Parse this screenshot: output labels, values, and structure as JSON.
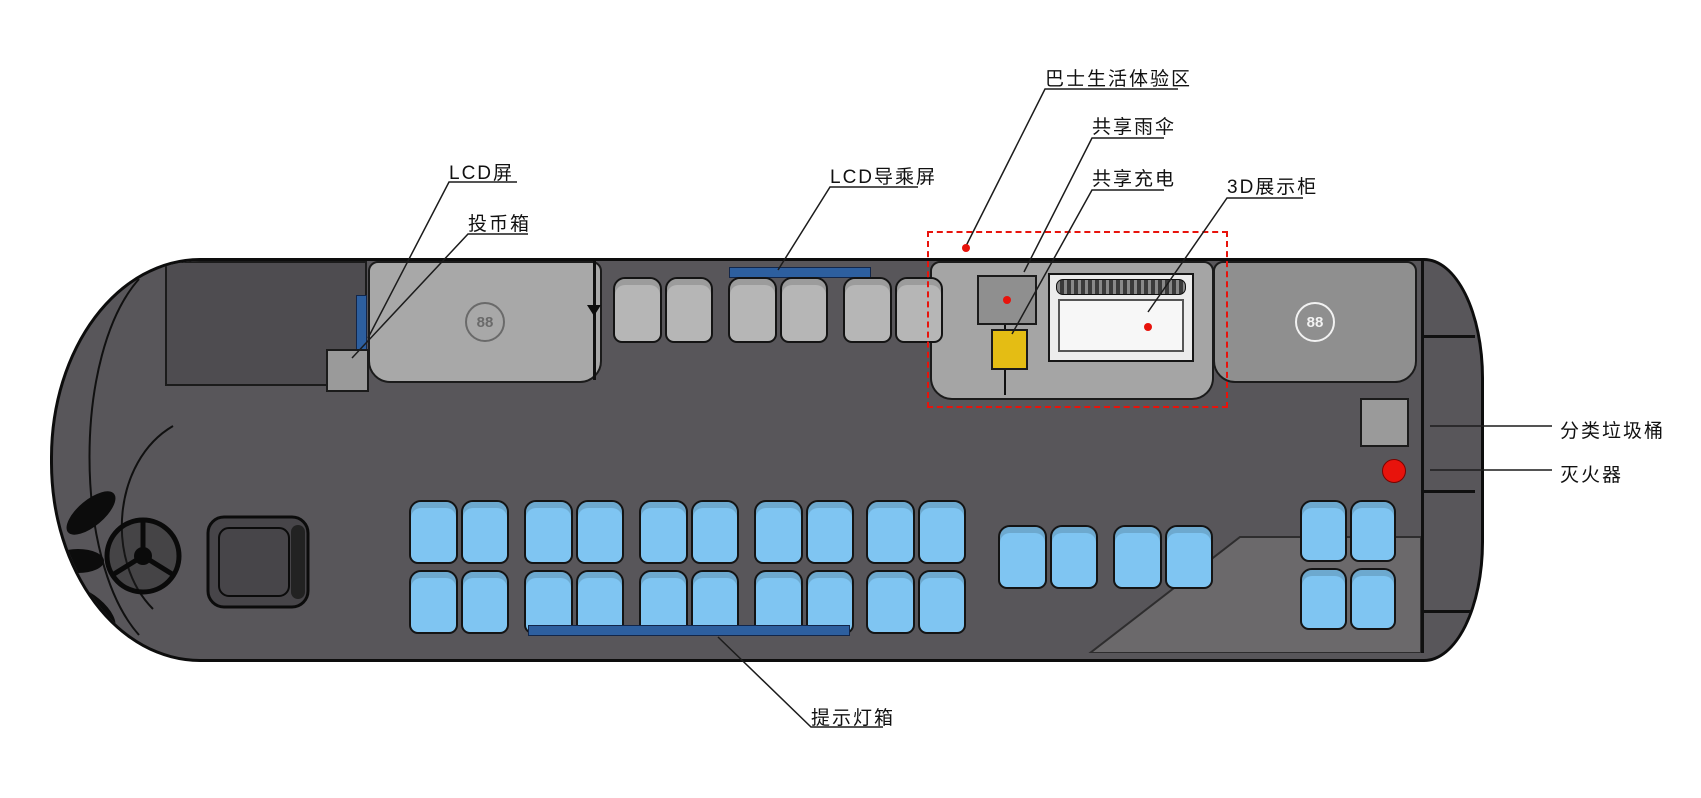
{
  "diagram": {
    "type": "bus-interior-floorplan",
    "callouts": {
      "lcd_screen": "LCD屏",
      "coin_box": "投币箱",
      "lcd_guide_screen": "LCD导乘屏",
      "experience_zone": "巴士生活体验区",
      "shared_umbrella": "共享雨伞",
      "shared_charging": "共享充电",
      "display_cabinet_3d": "3D展示柜",
      "sorted_trash_bin": "分类垃圾桶",
      "fire_extinguisher": "灭火器",
      "notice_lightbox": "提示灯箱"
    },
    "logo_text": "88",
    "colors": {
      "floor": "#58565a",
      "seat_blue": "#7fc5f2",
      "seat_gray": "#b6b6b6",
      "accent_blue": "#2d5f9f",
      "accent_red": "#e8130c",
      "accent_yellow": "#e4bd14"
    }
  }
}
